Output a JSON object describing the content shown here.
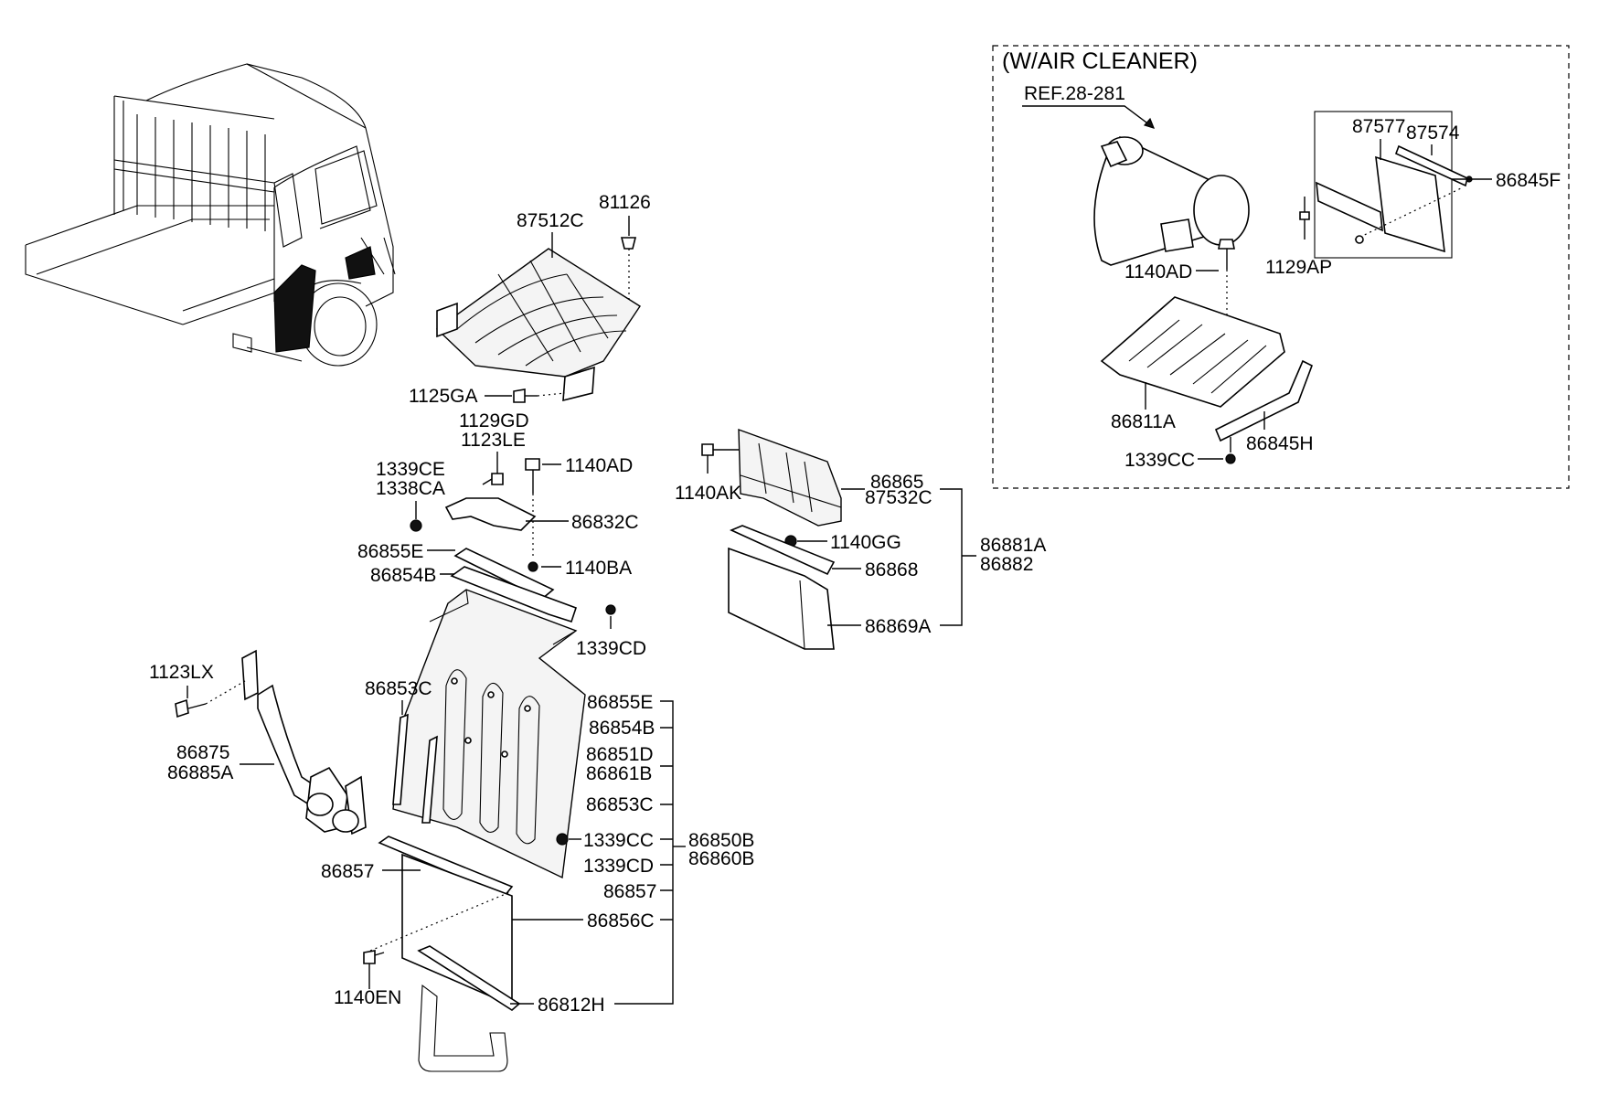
{
  "inset": {
    "title": "(W/AIR CLEANER)"
  },
  "labels": {
    "ref_28_281": "REF.28-281",
    "p87577": "87577",
    "p87574": "87574",
    "p86845F": "86845F",
    "p1129AP": "1129AP",
    "p1140AD_inset": "1140AD",
    "p86811A": "86811A",
    "p86845H": "86845H",
    "p1339CC_inset": "1339CC",
    "p87512C": "87512C",
    "p81126": "81126",
    "p1125GA": "1125GA",
    "p1129GD": "1129GD",
    "p1123LE": "1123LE",
    "p1339CE": "1339CE",
    "p1338CA": "1338CA",
    "p1140AD": "1140AD",
    "p86832C": "86832C",
    "p86855E_top": "86855E",
    "p86854B_top": "86854B",
    "p1140BA": "1140BA",
    "p1339CD_top": "1339CD",
    "p1140AK": "1140AK",
    "p86865": "86865",
    "p87532C": "87532C",
    "p1140GG": "1140GG",
    "p86868": "86868",
    "p86869A": "86869A",
    "p86881A": "86881A",
    "p86882": "86882",
    "p1123LX": "1123LX",
    "p86875": "86875",
    "p86885A": "86885A",
    "p86853C_left": "86853C",
    "p86857_left": "86857",
    "p1140EN": "1140EN",
    "g_86855E": "86855E",
    "g_86854B": "86854B",
    "g_86851D": "86851D",
    "g_86861B": "86861B",
    "g_86853C": "86853C",
    "g_1339CC": "1339CC",
    "g_1339CD": "1339CD",
    "g_86857": "86857",
    "g_86856C": "86856C",
    "g_86812H": "86812H",
    "g_86850B": "86850B",
    "g_86860B": "86860B"
  }
}
